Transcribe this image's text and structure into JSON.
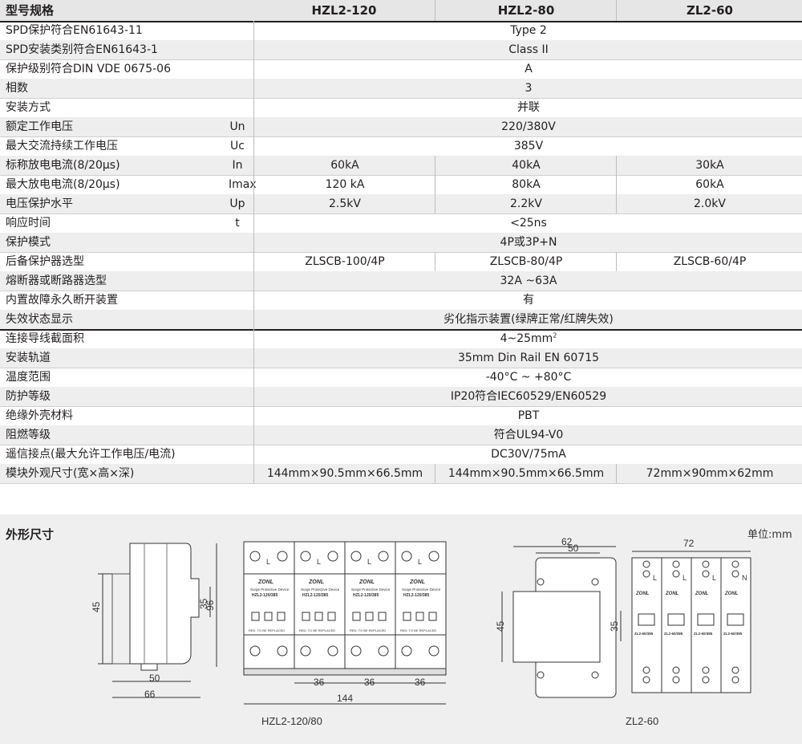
{
  "header": {
    "label": "型号规格",
    "models": [
      "HZL2-120",
      "HZL2-80",
      "ZL2-60"
    ]
  },
  "rows": [
    {
      "name": "SPD保护符合EN61643-11",
      "symbol": "",
      "value": "Type 2"
    },
    {
      "name": "SPD安装类别符合EN61643-1",
      "symbol": "",
      "value": "Class II"
    },
    {
      "name": "保护级别符合DIN VDE 0675-06",
      "symbol": "",
      "value": "A"
    },
    {
      "name": "相数",
      "symbol": "",
      "value": "3"
    },
    {
      "name": "安装方式",
      "symbol": "",
      "value": "并联"
    },
    {
      "name": "额定工作电压",
      "symbol": "Un",
      "value": "220/380V"
    },
    {
      "name": "最大交流持续工作电压",
      "symbol": "Uc",
      "value": "385V"
    },
    {
      "name": "标称放电电流(8/20μs)",
      "symbol": "In",
      "values": [
        "60kA",
        "40kA",
        "30kA"
      ]
    },
    {
      "name": "最大放电电流(8/20μs)",
      "symbol": "Imax",
      "values": [
        "120 kA",
        "80kA",
        "60kA"
      ]
    },
    {
      "name": "电压保护水平",
      "symbol": "Up",
      "values": [
        "2.5kV",
        "2.2kV",
        "2.0kV"
      ]
    },
    {
      "name": "响应时间",
      "symbol": "t",
      "value": "<25ns"
    },
    {
      "name": "保护模式",
      "symbol": "",
      "value": "4P或3P+N"
    },
    {
      "name": "后备保护器选型",
      "symbol": "",
      "values": [
        "ZLSCB-100/4P",
        "ZLSCB-80/4P",
        "ZLSCB-60/4P"
      ]
    },
    {
      "name": "熔断器或断路器选型",
      "symbol": "",
      "value": "32A ~63A"
    },
    {
      "name": "内置故障永久断开装置",
      "symbol": "",
      "value": "有"
    },
    {
      "name": "失效状态显示",
      "symbol": "",
      "value": "劣化指示装置(绿牌正常/红牌失效)"
    },
    {
      "name": "连接导线截面积",
      "symbol": "",
      "value": "4~25mm",
      "sup": "2"
    },
    {
      "name": "安装轨道",
      "symbol": "",
      "value": "35mm Din Rail EN 60715"
    },
    {
      "name": "温度范围",
      "symbol": "",
      "value": "-40°C ~ +80°C"
    },
    {
      "name": "防护等级",
      "symbol": "",
      "value": "IP20符合IEC60529/EN60529"
    },
    {
      "name": "绝缘外壳材料",
      "symbol": "",
      "value": "PBT"
    },
    {
      "name": "阻燃等级",
      "symbol": "",
      "value": "符合UL94-V0"
    },
    {
      "name": "遥信接点(最大允许工作电压/电流)",
      "symbol": "",
      "value": "DC30V/75mA"
    },
    {
      "name": "模块外观尺寸(宽×高×深)",
      "symbol": "",
      "values": [
        "144mm×90.5mm×66.5mm",
        "144mm×90.5mm×66.5mm",
        "72mm×90mm×62mm"
      ]
    }
  ],
  "dimensions": {
    "title": "外形尺寸",
    "unit": "单位:mm",
    "side_view": {
      "d45": "45",
      "d35": "35",
      "d96": "96",
      "d50": "50",
      "d66": "66"
    },
    "front_4p": {
      "pitch": [
        "36",
        "36",
        "36"
      ],
      "total": "144",
      "caption": "HZL2-120/80",
      "module_text": {
        "brand": "ZONL",
        "desc": "Surge Protective Device",
        "model": "HZL2-120/385",
        "terminal": "L",
        "footer": "RED: TO BE REPLACED"
      }
    },
    "side_zl": {
      "d62": "62",
      "d50": "50",
      "d45": "45",
      "d35": "35"
    },
    "front_zl": {
      "total": "72",
      "caption": "ZL2-60",
      "labels": [
        "L",
        "L",
        "L",
        "N"
      ],
      "module_text": {
        "brand": "ZONL",
        "desc": "Surge Protective Device",
        "model": "ZL2-60/385"
      }
    }
  }
}
